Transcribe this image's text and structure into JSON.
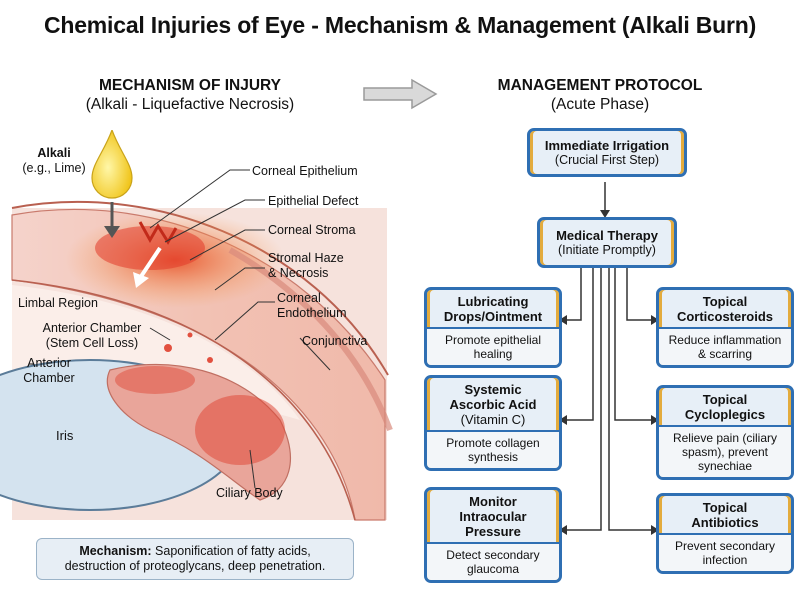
{
  "title": "Chemical Injuries of Eye - Mechanism & Management (Alkali Burn)",
  "left": {
    "heading": "MECHANISM OF INJURY",
    "subheading": "(Alkali - Liquefactive Necrosis)"
  },
  "right": {
    "heading": "MANAGEMENT PROTOCOL",
    "subheading": "(Acute Phase)"
  },
  "anatomy_labels": {
    "alkali": "Alkali",
    "alkali_example": "(e.g., Lime)",
    "corneal_epithelium": "Corneal Epithelium",
    "epithelial_defect": "Epithelial Defect",
    "corneal_stroma": "Corneal Stroma",
    "stromal_haze_1": "Stromal Haze",
    "stromal_haze_2": "& Necrosis",
    "corneal_endothelium_1": "Corneal",
    "corneal_endothelium_2": "Endothelium",
    "limbal_region": "Limbal Region",
    "anterior_chamber_sc_1": "Anterior Chamber",
    "anterior_chamber_sc_2": "(Stem Cell Loss)",
    "anterior_chamber_1": "Anterior",
    "anterior_chamber_2": "Chamber",
    "conjunctiva": "Conjunctiva",
    "iris": "Iris",
    "ciliary_body": "Ciliary Body"
  },
  "mechanism": {
    "label": "Mechanism:",
    "text_1": " Saponification of fatty acids,",
    "text_2": "destruction of proteoglycans, deep penetration."
  },
  "flow": {
    "irrigation": {
      "title": "Immediate Irrigation",
      "sub": "(Crucial First Step)"
    },
    "therapy": {
      "title": "Medical Therapy",
      "sub": "(Initiate Promptly)"
    },
    "lubricating": {
      "title_1": "Lubricating",
      "title_2": "Drops/Ointment",
      "desc_1": "Promote epithelial",
      "desc_2": "healing"
    },
    "ascorbic": {
      "title_1": "Systemic",
      "title_2": "Ascorbic Acid",
      "title_3": "(Vitamin C)",
      "desc_1": "Promote collagen",
      "desc_2": "synthesis"
    },
    "iop": {
      "title_1": "Monitor",
      "title_2": "Intraocular",
      "title_3": "Pressure",
      "desc_1": "Detect secondary",
      "desc_2": "glaucoma"
    },
    "steroids": {
      "title_1": "Topical",
      "title_2": "Corticosteroids",
      "desc_1": "Reduce inflammation",
      "desc_2": "& scarring"
    },
    "cycloplegics": {
      "title_1": "Topical",
      "title_2": "Cycloplegics",
      "desc_1": "Relieve pain (ciliary",
      "desc_2": "spasm), prevent",
      "desc_3": "synechiae"
    },
    "antibiotics": {
      "title_1": "Topical",
      "title_2": "Antibiotics",
      "desc_1": "Prevent secondary",
      "desc_2": "infection"
    }
  },
  "colors": {
    "box_border": "#2f6fb3",
    "box_accent": "#e3ab3d",
    "box_fill": "#e7eff7",
    "injury_red": "#e0483a"
  }
}
